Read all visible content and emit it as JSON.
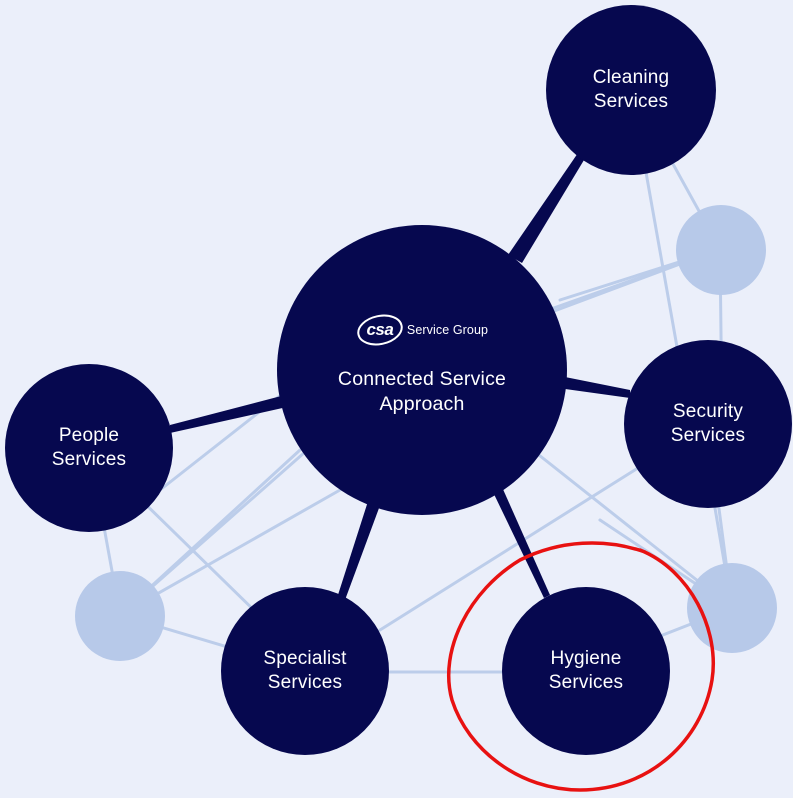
{
  "center": {
    "logo_mark": "csa",
    "logo_text": "Service Group",
    "title_line1": "Connected Service",
    "title_line2": "Approach"
  },
  "nodes": [
    {
      "id": "cleaning",
      "line1": "Cleaning",
      "line2": "Services"
    },
    {
      "id": "security",
      "line1": "Security",
      "line2": "Services"
    },
    {
      "id": "hygiene",
      "line1": "Hygiene",
      "line2": "Services"
    },
    {
      "id": "specialist",
      "line1": "Specialist",
      "line2": "Services"
    },
    {
      "id": "people",
      "line1": "People",
      "line2": "Services"
    }
  ],
  "colors": {
    "background": "#ebeffa",
    "node": "#06084f",
    "satellite": "#b7c9e9",
    "thin_line": "#bccdea",
    "annotation": "#e81111"
  },
  "annotation": {
    "type": "hand-drawn-circle",
    "target": "hygiene"
  }
}
